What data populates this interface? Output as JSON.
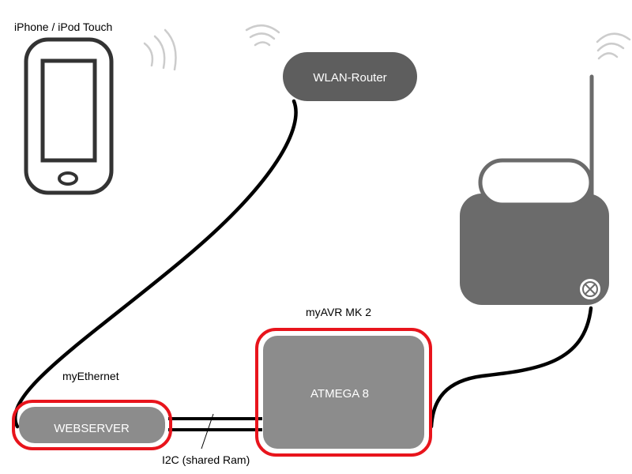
{
  "nodes": {
    "phone": {
      "label": "iPhone / iPod Touch"
    },
    "router": {
      "label": "WLAN-Router"
    },
    "ethernet": {
      "label": "myEthernet",
      "box": "WEBSERVER"
    },
    "mk2": {
      "label": "myAVR MK 2",
      "box": "ATMEGA 8"
    },
    "radio": {
      "label": ""
    }
  },
  "edges": {
    "i2c": {
      "label": "I2C (shared Ram)"
    }
  },
  "colors": {
    "outline": "#333333",
    "router_fill": "#5e5e5e",
    "box_fill": "#8c8c8c",
    "highlight": "#e8141c",
    "radio_fill": "#6b6b6b",
    "cable": "#000000"
  }
}
